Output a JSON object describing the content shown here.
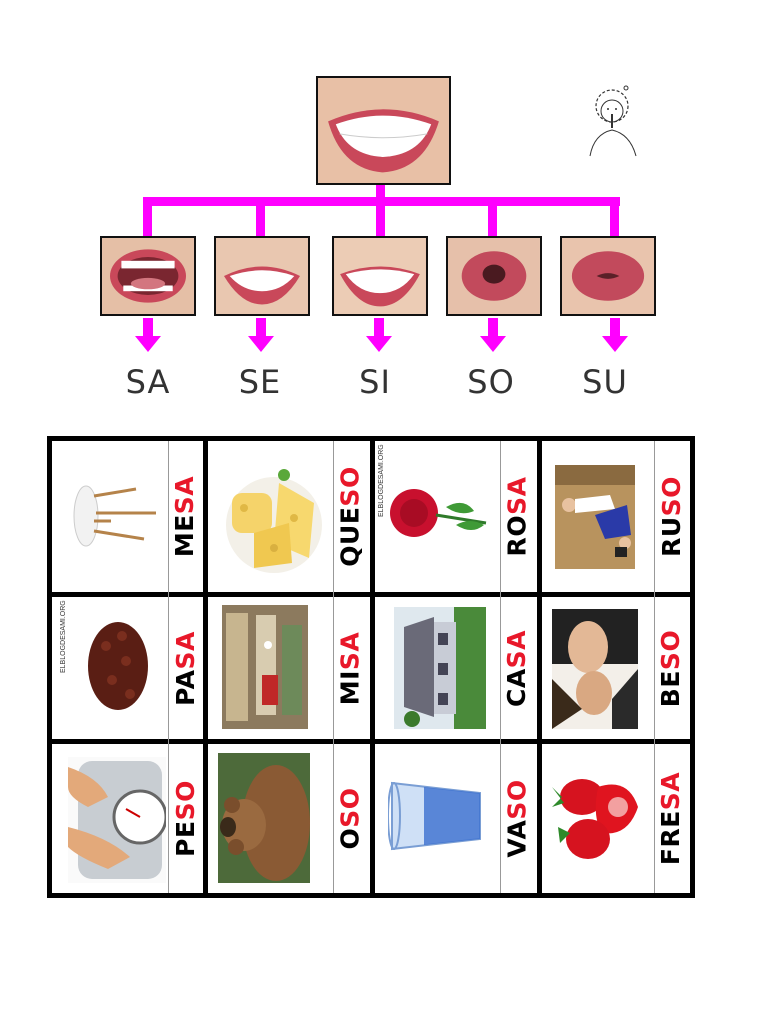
{
  "syllables": [
    "SA",
    "SE",
    "SI",
    "SO",
    "SU"
  ],
  "accent_color": "#ff00ff",
  "highlight_color": "#e8182a",
  "cards": [
    {
      "prefix": "ME",
      "suffix": "SA",
      "image": "table-icon"
    },
    {
      "prefix": "QUE",
      "suffix": "SO",
      "image": "cheese-icon"
    },
    {
      "prefix": "RO",
      "suffix": "SA",
      "image": "rose-icon"
    },
    {
      "prefix": "RU",
      "suffix": "SO",
      "image": "dancers-icon"
    },
    {
      "prefix": "PA",
      "suffix": "SA",
      "image": "raisins-icon"
    },
    {
      "prefix": "MI",
      "suffix": "SA",
      "image": "church-icon"
    },
    {
      "prefix": "CA",
      "suffix": "SA",
      "image": "house-icon"
    },
    {
      "prefix": "BE",
      "suffix": "SO",
      "image": "kiss-icon"
    },
    {
      "prefix": "PE",
      "suffix": "SO",
      "image": "scale-icon"
    },
    {
      "prefix": "O",
      "suffix": "SO",
      "image": "bear-icon"
    },
    {
      "prefix": "VA",
      "suffix": "SO",
      "image": "glass-icon"
    },
    {
      "prefix": "FRE",
      "suffix": "SA",
      "image": "strawberry-icon"
    }
  ],
  "watermark": "ELBLOGDESAMI.ORG"
}
